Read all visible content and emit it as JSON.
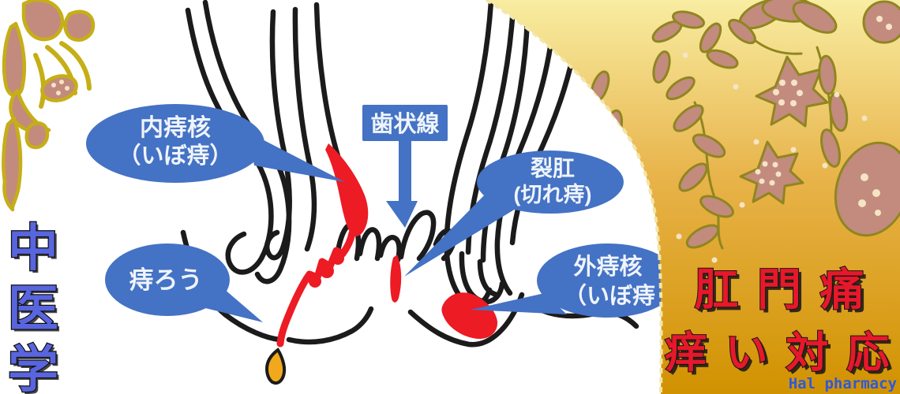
{
  "left_banner": {
    "text": "中医学",
    "chars": [
      "中",
      "医",
      "学"
    ]
  },
  "diagram": {
    "labels": {
      "internal_hemorrhoid": {
        "line1": "内痔核",
        "line2": "（いぼ痔）"
      },
      "dentate_line": {
        "text": "歯状線"
      },
      "anal_fissure": {
        "line1": "裂肛",
        "line2": "(切れ痔)"
      },
      "external_hemorrhoid": {
        "line1": "外痔核",
        "line2": "（いぼ痔"
      },
      "anal_fistula": {
        "text": "痔ろう"
      }
    }
  },
  "right_panel": {
    "title_line1": "肛 門 痛",
    "title_line2": "痒 い 対 応",
    "brand": "Hal pharmacy"
  },
  "colors": {
    "bubble": "#4472C4",
    "bubble_text": "#EFF4FB",
    "lesion": "#EC1B24",
    "droplet": "#F0A81C",
    "ink": "#1B1B1B",
    "gold_top": "#F8EDA2",
    "gold_mid": "#E8B34A",
    "gold_bottom": "#D19200",
    "gold_rim": "#F2E6A8",
    "title_red": "#E6182B",
    "brand_blue": "#2E59D9",
    "banner_blue": "#5865DE",
    "ornament_gold": "#C6AE16",
    "ornament_pink": "#C28B7E",
    "floral_olive": "#8F861F",
    "floral_cream": "#F6E4C4"
  }
}
